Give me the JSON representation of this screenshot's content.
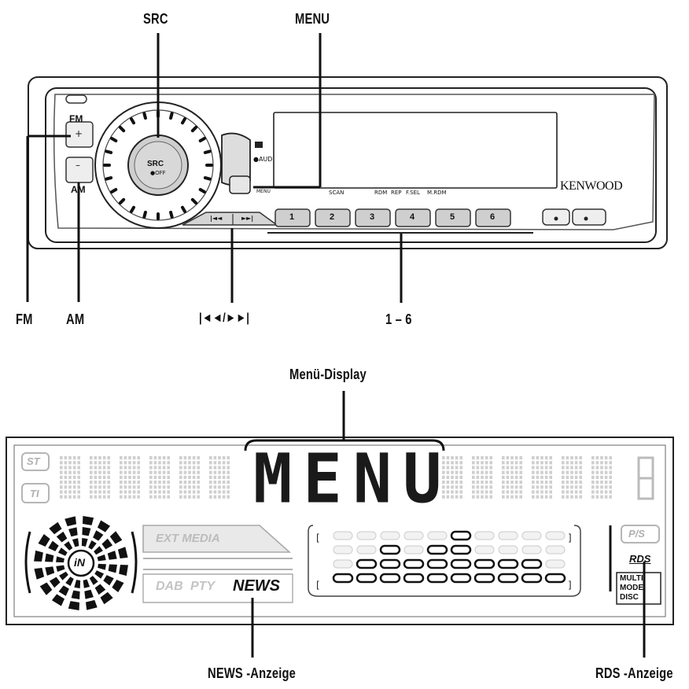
{
  "radio": {
    "callouts": {
      "src": "SRC",
      "menu": "MENU",
      "fm": "FM",
      "am": "AM",
      "seek": "|◄◄/►►|",
      "presets": "1 – 6"
    },
    "buttons": {
      "fm_label": "FM",
      "am_label": "AM",
      "knob_label": "SRC",
      "knob_sub": "●OFF",
      "aud_label": "●AUD",
      "menu_sub": "MENU",
      "brand": "KENWOOD",
      "preset_labels": [
        "1",
        "2",
        "3",
        "4",
        "5",
        "6"
      ],
      "row_labels": [
        "SCAN",
        "RDM",
        "REP",
        "F.SEL",
        "M.RDM"
      ],
      "prev_glyph": "|◄◄",
      "next_glyph": "►►|"
    }
  },
  "display": {
    "callouts": {
      "menu_display": "Menü-Display",
      "news": "NEWS -Anzeige",
      "rds": "RDS -Anzeige"
    },
    "main_text": "MENU",
    "st_icon": "ST",
    "ti_icon": "TI",
    "in_label": "iN",
    "ext_media": "EXT MEDIA",
    "dab": "DAB",
    "pty": "PTY",
    "news": "NEWS",
    "ps": "P/S",
    "rds_mark": "RDS",
    "multi": [
      "MULTI",
      "MODE",
      "DISC"
    ],
    "digit": "8"
  }
}
